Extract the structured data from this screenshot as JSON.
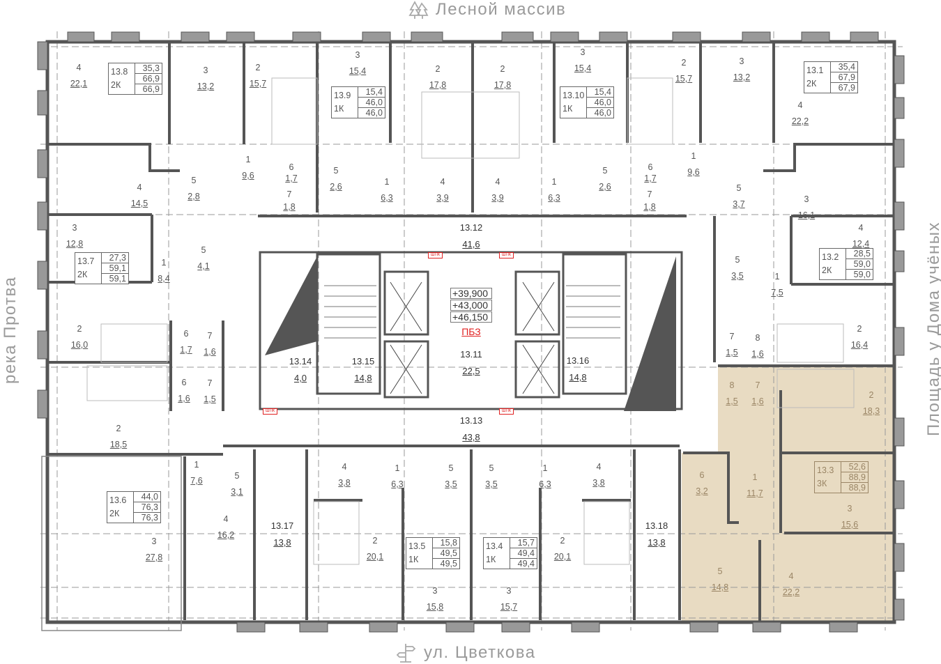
{
  "directions": {
    "top": "Лесной массив",
    "bottom": "ул. Цветкова",
    "left": "река Протва",
    "right": "Площадь у Дома учёных"
  },
  "colors": {
    "highlight": "#d9c39a",
    "wall": "#555555",
    "fire_label": "#e02020"
  },
  "elevations": [
    "+39,900",
    "+43,000",
    "+46,150"
  ],
  "fire_zone": "ПБЗ",
  "cabinet_label": "ШПК",
  "highlighted_apartment": "13.3",
  "apartments": [
    {
      "id": "13.8",
      "type": "2К",
      "living": "35,3",
      "total": "66,9",
      "total2": "66,9",
      "rooms": [
        {
          "n": "4",
          "a": "22,1"
        },
        {
          "n": "3",
          "a": "13,2"
        },
        {
          "n": "2",
          "a": "15,7"
        },
        {
          "n": "1",
          "a": "9,6"
        },
        {
          "n": "5",
          "a": "2,8"
        },
        {
          "n": "6",
          "a": "1,7"
        },
        {
          "n": "7",
          "a": "1,8"
        }
      ]
    },
    {
      "id": "13.7",
      "type": "2К",
      "living": "27,3",
      "total": "59,1",
      "total2": "59,1",
      "rooms": [
        {
          "n": "4",
          "a": "14,5"
        },
        {
          "n": "3",
          "a": "12,8"
        },
        {
          "n": "1",
          "a": "8,4"
        },
        {
          "n": "5",
          "a": "4,1"
        },
        {
          "n": "2",
          "a": "16,0"
        },
        {
          "n": "6",
          "a": "1,7"
        },
        {
          "n": "7",
          "a": "1,6"
        }
      ]
    },
    {
      "id": "13.6",
      "type": "2К",
      "living": "44,0",
      "total": "76,3",
      "total2": "76,3",
      "rooms": [
        {
          "n": "6",
          "a": "1,6"
        },
        {
          "n": "7",
          "a": "1,5"
        },
        {
          "n": "2",
          "a": "18,5"
        },
        {
          "n": "1",
          "a": "7,6"
        },
        {
          "n": "5",
          "a": "3,1"
        },
        {
          "n": "4",
          "a": "16,2"
        },
        {
          "n": "3",
          "a": "27,8"
        }
      ]
    },
    {
      "id": "13.9",
      "type": "1К",
      "living": "15,4",
      "total": "46,0",
      "total2": "46,0",
      "rooms": [
        {
          "n": "3",
          "a": "15,4"
        },
        {
          "n": "2",
          "a": "17,8"
        },
        {
          "n": "5",
          "a": "2,6"
        },
        {
          "n": "1",
          "a": "6,3"
        },
        {
          "n": "4",
          "a": "3,9"
        }
      ]
    },
    {
      "id": "13.10",
      "type": "1К",
      "living": "15,4",
      "total": "46,0",
      "total2": "46,0",
      "rooms": [
        {
          "n": "2",
          "a": "17,8"
        },
        {
          "n": "3",
          "a": "15,4"
        },
        {
          "n": "4",
          "a": "3,9"
        },
        {
          "n": "1",
          "a": "6,3"
        },
        {
          "n": "5",
          "a": "2,6"
        }
      ]
    },
    {
      "id": "13.1",
      "type": "2К",
      "living": "35,4",
      "total": "67,9",
      "total2": "67,9",
      "rooms": [
        {
          "n": "2",
          "a": "15,7"
        },
        {
          "n": "3",
          "a": "13,2"
        },
        {
          "n": "4",
          "a": "22,2"
        },
        {
          "n": "1",
          "a": "9,6"
        },
        {
          "n": "6",
          "a": "1,7"
        },
        {
          "n": "7",
          "a": "1,8"
        },
        {
          "n": "5",
          "a": "3,7"
        }
      ]
    },
    {
      "id": "13.2",
      "type": "2К",
      "living": "28,5",
      "total": "59,0",
      "total2": "59,0",
      "rooms": [
        {
          "n": "3",
          "a": "16,1"
        },
        {
          "n": "4",
          "a": "12,4"
        },
        {
          "n": "5",
          "a": "3,5"
        },
        {
          "n": "1",
          "a": "7,5"
        },
        {
          "n": "7",
          "a": "1,5"
        },
        {
          "n": "8",
          "a": "1,6"
        },
        {
          "n": "2",
          "a": "16,4"
        }
      ]
    },
    {
      "id": "13.3",
      "type": "3К",
      "living": "52,6",
      "total": "88,9",
      "total2": "88,9",
      "rooms": [
        {
          "n": "8",
          "a": "1,5"
        },
        {
          "n": "7",
          "a": "1,6"
        },
        {
          "n": "2",
          "a": "18,3"
        },
        {
          "n": "6",
          "a": "3,2"
        },
        {
          "n": "1",
          "a": "11,7"
        },
        {
          "n": "3",
          "a": "15,6"
        },
        {
          "n": "5",
          "a": "14,8"
        },
        {
          "n": "4",
          "a": "22,2"
        }
      ]
    },
    {
      "id": "13.5",
      "type": "1К",
      "living": "15,8",
      "total": "49,5",
      "total2": "49,5",
      "rooms": [
        {
          "n": "4",
          "a": "3,8"
        },
        {
          "n": "1",
          "a": "6,3"
        },
        {
          "n": "5",
          "a": "3,5"
        },
        {
          "n": "2",
          "a": "20,1"
        },
        {
          "n": "3",
          "a": "15,8"
        }
      ]
    },
    {
      "id": "13.4",
      "type": "1К",
      "living": "15,7",
      "total": "49,4",
      "total2": "49,4",
      "rooms": [
        {
          "n": "5",
          "a": "3,5"
        },
        {
          "n": "1",
          "a": "6,3"
        },
        {
          "n": "4",
          "a": "3,8"
        },
        {
          "n": "2",
          "a": "20,1"
        },
        {
          "n": "3",
          "a": "15,7"
        }
      ]
    }
  ],
  "common": [
    {
      "id": "13.12",
      "a": "41,6"
    },
    {
      "id": "13.11",
      "a": "22,5"
    },
    {
      "id": "13.13",
      "a": "43,8"
    },
    {
      "id": "13.14",
      "a": "4,0"
    },
    {
      "id": "13.15",
      "a": "14,8"
    },
    {
      "id": "13.16",
      "a": "14,8"
    },
    {
      "id": "13.17",
      "a": "13,8"
    },
    {
      "id": "13.18",
      "a": "13,8"
    }
  ]
}
